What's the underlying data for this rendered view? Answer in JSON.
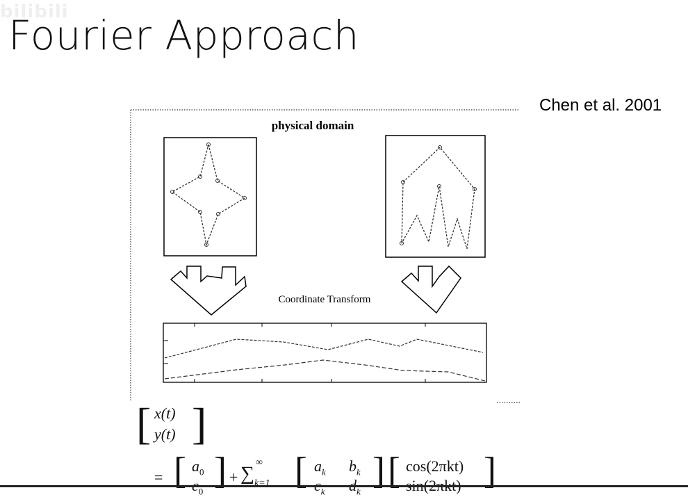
{
  "header": {
    "title": "Fourier Approach",
    "watermark": "bilibili",
    "citation": "Chen et al. 2001"
  },
  "figure": {
    "top_label": "physical domain",
    "middle_label": "Coordinate Transform"
  },
  "equation": {
    "lhs_top": "x(t)",
    "lhs_bottom": "y(t)",
    "equals": "=",
    "a0": "a",
    "a0_sub": "0",
    "c0": "c",
    "c0_sub": "0",
    "sum_plus": "+",
    "sum_symbol": "∑",
    "sum_upper": "∞",
    "sum_lower": "k=1",
    "ak": "a",
    "ak_sub": "k",
    "bk": "b",
    "bk_sub": "k",
    "ck": "c",
    "ck_sub": "k",
    "dk": "d",
    "dk_sub": "k",
    "cos_term": "cos(2πkt)",
    "sin_term": "sin(2πkt)"
  }
}
